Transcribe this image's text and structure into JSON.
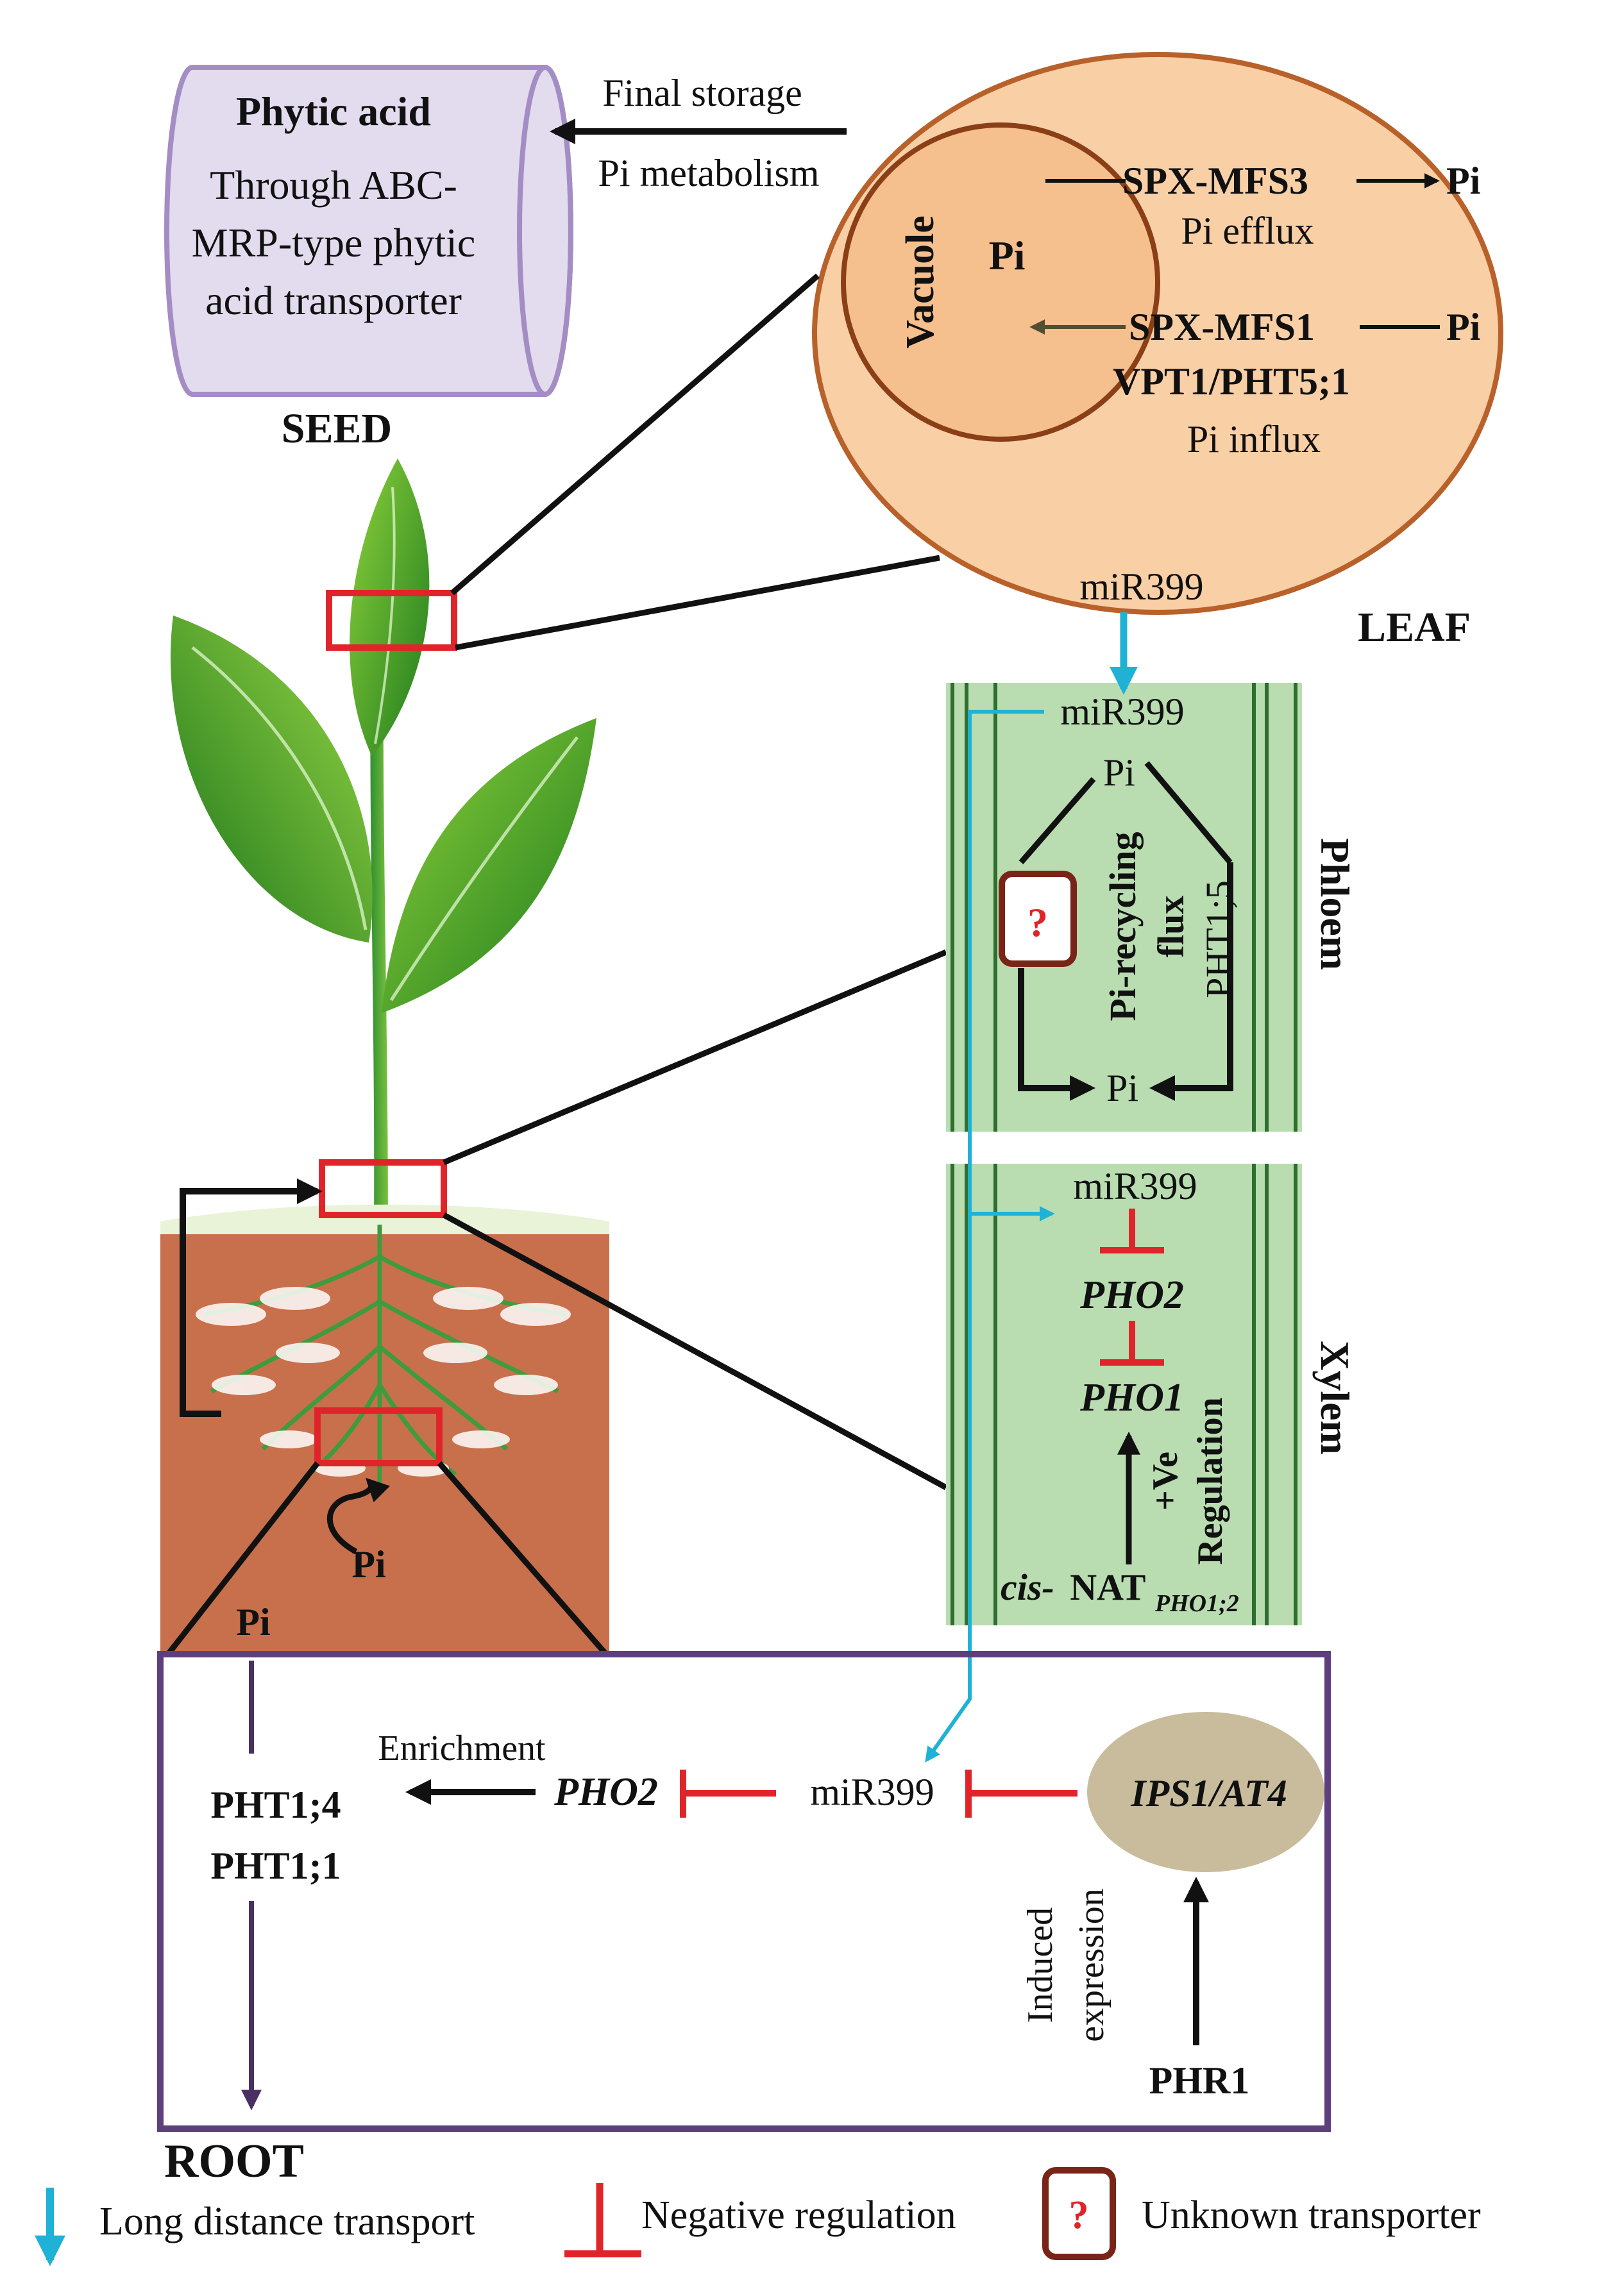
{
  "seed": {
    "title": "Phytic acid",
    "line1": "Through ABC-",
    "line2": "MRP-type phytic",
    "line3": "acid transporter",
    "label": "SEED"
  },
  "arrow_labels": {
    "final_storage": "Final storage",
    "pi_metabolism": "Pi metabolism"
  },
  "leaf": {
    "vacuole": "Vacuole",
    "pi": "Pi",
    "spx_mfs3": "SPX-MFS3",
    "pi_out": "Pi",
    "pi_efflux": "Pi efflux",
    "spx_mfs1": "SPX-MFS1",
    "pi_in": "Pi",
    "vpt1": "VPT1/PHT5;1",
    "pi_influx": "Pi influx",
    "mir399": "miR399",
    "label": "LEAF"
  },
  "phloem": {
    "mir399": "miR399",
    "pi_top": "Pi",
    "unknown": "?",
    "recycling1": "Pi-recycling",
    "recycling2": "flux",
    "pht15": "PHT1;5",
    "pi_bottom": "Pi",
    "label": "Phloem"
  },
  "xylem": {
    "mir399": "miR399",
    "pho2": "PHO2",
    "pho1": "PHO1",
    "ve": "+Ve",
    "regulation": "Regulation",
    "cis": "cis-",
    "nat": "NAT",
    "nat_sub": "PHO1;2",
    "label": "Xylem"
  },
  "soil": {
    "pi1": "Pi",
    "pi2": "Pi"
  },
  "root": {
    "enrichment": "Enrichment",
    "pht14": "PHT1;4",
    "pht11": "PHT1;1",
    "pho2": "PHO2",
    "mir399": "miR399",
    "ips1": "IPS1/AT4",
    "induced1": "Induced",
    "induced2": "expression",
    "phr1": "PHR1",
    "label": "ROOT"
  },
  "legend": {
    "long_distance": "Long distance transport",
    "negative": "Negative regulation",
    "unknown_symbol": "?",
    "unknown": "Unknown transporter"
  },
  "colors": {
    "cyan": "#1fb2d6",
    "red": "#e0252a",
    "leaf_fill": "#f9cfa6",
    "leaf_border": "#b8612a",
    "vacuole_fill": "#f6bf8e",
    "vascular": "#b9ddb1",
    "vascular_line": "#2e6e2e",
    "soil": "#c8704c",
    "seed_fill": "#e3dbee",
    "seed_border": "#a48cc4",
    "root_box": "#5e3f7e",
    "ips_fill": "#c8bc9c",
    "unknown_box": "#7a2418"
  }
}
